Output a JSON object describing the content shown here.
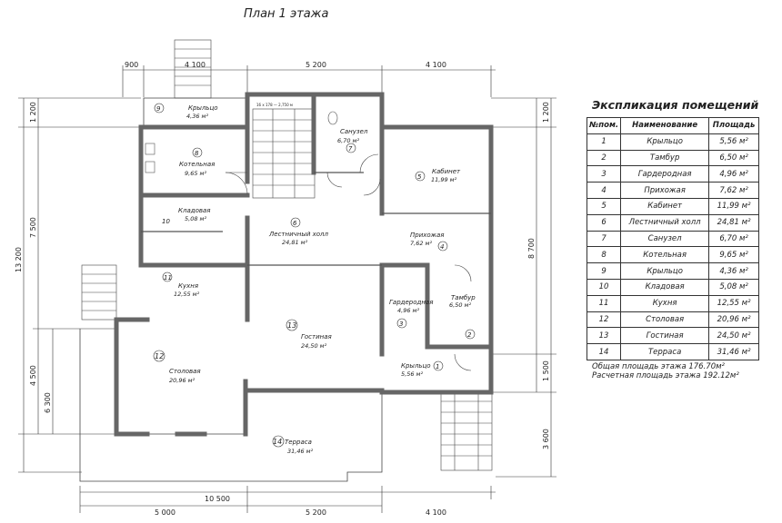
{
  "title": "План 1 этажа",
  "explication": {
    "title": "Экспликация помещений",
    "headers": [
      "№пом.",
      "Наименование",
      "Площадь"
    ],
    "rows": [
      {
        "num": "1",
        "name": "Крыльцо",
        "area": "5,56 м²"
      },
      {
        "num": "2",
        "name": "Тамбур",
        "area": "6,50 м²"
      },
      {
        "num": "3",
        "name": "Гардеродная",
        "area": "4,96 м²"
      },
      {
        "num": "4",
        "name": "Прихожая",
        "area": "7,62 м²"
      },
      {
        "num": "5",
        "name": "Кабинет",
        "area": "11,99 м²"
      },
      {
        "num": "6",
        "name": "Лестничный холл",
        "area": "24,81 м²"
      },
      {
        "num": "7",
        "name": "Санузел",
        "area": "6,70 м²"
      },
      {
        "num": "8",
        "name": "Котельная",
        "area": "9,65 м²"
      },
      {
        "num": "9",
        "name": "Крыльцо",
        "area": "4,36 м²"
      },
      {
        "num": "10",
        "name": "Кладовая",
        "area": "5,08 м²"
      },
      {
        "num": "11",
        "name": "Кухня",
        "area": "12,55 м²"
      },
      {
        "num": "12",
        "name": "Столовая",
        "area": "20,96 м²"
      },
      {
        "num": "13",
        "name": "Гостиная",
        "area": "24,50 м²"
      },
      {
        "num": "14",
        "name": "Терраса",
        "area": "31,46 м²"
      }
    ],
    "total_label": "Общая площадь этажа",
    "total_value": "176.70м²",
    "calc_label": "Расчетная площадь этажа",
    "calc_value": "192.12м²"
  },
  "rooms": [
    {
      "num": "1",
      "name": "Крыльцо",
      "area": "5,56 м²"
    },
    {
      "num": "2",
      "name": "Тамбур",
      "area": "6,50 м²"
    },
    {
      "num": "3",
      "name": "Гардеродная",
      "area": "4,96 м²"
    },
    {
      "num": "4",
      "name": "Прихожая",
      "area": "7,62 м²"
    },
    {
      "num": "5",
      "name": "Кабинет",
      "area": "11,99 м²"
    },
    {
      "num": "6",
      "name": "Лестничный холл",
      "area": "24,81 м²"
    },
    {
      "num": "7",
      "name": "Санузел",
      "area": "6,70 м²"
    },
    {
      "num": "8",
      "name": "Котельная",
      "area": "9,65 м²"
    },
    {
      "num": "9",
      "name": "Крыльцо",
      "area": "4,36 м²"
    },
    {
      "num": "10",
      "name": "Кладовая",
      "area": "5,08 м²"
    },
    {
      "num": "11",
      "name": "Кухня",
      "area": "12,55 м²"
    },
    {
      "num": "12",
      "name": "Столовая",
      "area": "20,96 м²"
    },
    {
      "num": "13",
      "name": "Гостиная",
      "area": "24,50 м²"
    },
    {
      "num": "14",
      "name": "Терраса",
      "area": "31,46 м²"
    }
  ],
  "dimensions": {
    "top": [
      "900",
      "4 100",
      "5 200",
      "4 100"
    ],
    "bottom_inner": [
      "5 000",
      "5 200",
      "4 100"
    ],
    "bottom_total": "10 500",
    "left_outer": "13 200",
    "left_inner": [
      "1 200",
      "7 500",
      "4 500"
    ],
    "left_terrace": "6 300",
    "right_total": "8 700",
    "right_inner": [
      "1 200",
      "1 500",
      "3 600"
    ]
  },
  "stair_note": "16 x 178 — 2,750 м"
}
